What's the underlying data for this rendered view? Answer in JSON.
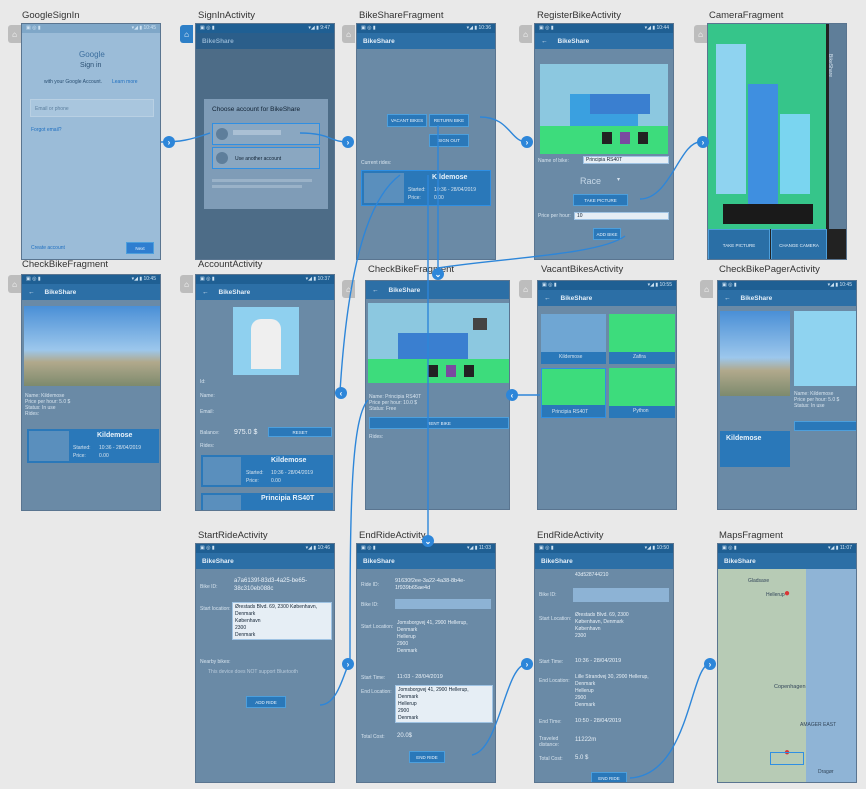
{
  "screens": [
    {
      "key": "gsi",
      "title": "GoogleSignIn"
    },
    {
      "key": "sia",
      "title": "SignInActivity"
    },
    {
      "key": "bsf",
      "title": "BikeShareFragment"
    },
    {
      "key": "rba",
      "title": "RegisterBikeActivity"
    },
    {
      "key": "cam",
      "title": "CameraFragment"
    },
    {
      "key": "cbf1",
      "title": "CheckBikeFragment"
    },
    {
      "key": "acc",
      "title": "AccountActivity"
    },
    {
      "key": "cbf2",
      "title": "CheckBikeFragment"
    },
    {
      "key": "vbf",
      "title": "VacantBikesActivity"
    },
    {
      "key": "cbp",
      "title": "CheckBikePagerActivity"
    },
    {
      "key": "sra",
      "title": "StartRideActivity"
    },
    {
      "key": "era1",
      "title": "EndRideActivity"
    },
    {
      "key": "era2",
      "title": "EndRideActivity"
    },
    {
      "key": "maps",
      "title": "MapsFragment"
    }
  ],
  "app_name": "BikeShare",
  "google": {
    "logo": "Google",
    "heading": "Sign in",
    "sub": "with your Google Account.",
    "learn": "Learn more",
    "email_ph": "Email or phone",
    "forgot": "Forgot email?",
    "create": "Create account",
    "next": "Next"
  },
  "chooser": {
    "title": "Choose account for BikeShare",
    "other": "Use another account"
  },
  "bikeshare": {
    "vacant": "VACANT BIKES",
    "return": "RETURN BIKE",
    "signout": "SIGN OUT",
    "current": "Current rides:",
    "bike": "Kildemose",
    "started_lbl": "Started:",
    "started": "10:36 - 28/04/2019",
    "price_lbl": "Price:",
    "price": "0.00"
  },
  "register": {
    "name_lbl": "Name of bike:",
    "name_val": "Principia RS40T",
    "type": "Race",
    "take": "TAKE PICTURE",
    "price_lbl": "Price per hour:",
    "price_val": "10",
    "add": "ADD BIKE"
  },
  "camera": {
    "take": "TAKE PICTURE",
    "change": "CHANGE CAMERA",
    "side": "BikeShare"
  },
  "check1": {
    "name": "Name: Kildemose",
    "price": "Price per hour: 5.0 $",
    "status": "Status: In use",
    "rides": "Rides:",
    "ride_bike": "Kildemose",
    "ride_started": "Started:",
    "ride_time": "10:36 - 28/04/2019",
    "ride_price": "Price:",
    "ride_price_val": "0.00"
  },
  "account": {
    "id": "Id:",
    "name": "Name:",
    "email": "Email:",
    "balance_lbl": "Balance:",
    "balance": "975.0 $",
    "reset": "RESET",
    "rides": "Rides:",
    "r1": "Kildemose",
    "r1_started": "Started:",
    "r1_time": "10:36 - 28/04/2019",
    "r1_price": "Price:",
    "r1_price_val": "0.00",
    "r2": "Principia RS40T"
  },
  "check2": {
    "name": "Name: Principia RS40T",
    "price": "Price per hour: 10.0 $",
    "status": "Status: Free",
    "rent": "RENT BIKE",
    "rides": "Rides:"
  },
  "vacant": {
    "b1": "Kildemose",
    "b2": "Zafira",
    "b3": "Principia RS40T",
    "b4": "Python"
  },
  "pager": {
    "name": "Name: Kildemose",
    "price": "Price per hour: 5.0 $",
    "status": "Status: In use",
    "bike": "Kildemose"
  },
  "start": {
    "bike_id_lbl": "Bike ID:",
    "bike_id": "a7a6139f-83d3-4a25-be65-38c310eb088c",
    "loc_lbl": "Start location:",
    "loc": [
      "Ørestads Blvd. 69, 2300 København,",
      "Denmark",
      "København",
      "2300",
      "Denmark"
    ],
    "nearby": "Nearby bikes:",
    "no_bt": "This device does NOT support Bluetooth",
    "add": "ADD RIDE"
  },
  "end1": {
    "ride_lbl": "Ride ID:",
    "ride_id": "91630f2ee-3a22-4a38-8b4e-1f939b65ae4d",
    "bike_lbl": "Bike ID:",
    "start_lbl": "Start Location:",
    "start_loc": [
      "Jomsborgvej 41, 2900 Hellerup,",
      "Denmark",
      "Hellerup",
      "2900",
      "Denmark"
    ],
    "stime_lbl": "Start Time:",
    "stime": "11:03 - 28/04/2019",
    "end_lbl": "End Location:",
    "end_loc": [
      "Jomsborgvej 41, 2900 Hellerup,",
      "Denmark",
      "Hellerup",
      "2900",
      "Denmark"
    ],
    "cost_lbl": "Total Cost:",
    "cost": "20.0$",
    "btn": "END RIDE"
  },
  "end2": {
    "top": "43d528744210",
    "bike_lbl": "Bike ID:",
    "start_lbl": "Start Location:",
    "start_loc": [
      "Ørestads Blvd. 69, 2300",
      "København, Denmark",
      "København",
      "2300"
    ],
    "stime_lbl": "Start Time:",
    "stime": "10:36 - 28/04/2019",
    "end_lbl": "End Location:",
    "end_loc": [
      "Lille Strandvej 30, 2900 Hellerup,",
      "Denmark",
      "Hellerup",
      "2900",
      "Denmark"
    ],
    "etime_lbl": "End Time:",
    "etime": "10:50 - 28/04/2019",
    "dist_lbl": "Traveled distance:",
    "dist": "11222m",
    "cost_lbl": "Total Cost:",
    "cost": "5.0 $",
    "btn": "END RIDE"
  },
  "maps": {
    "city": "Copenhagen",
    "area": "AMAGER EAST",
    "gladsaxe": "Gladsaxe",
    "hellerup": "Hellerup",
    "dragor": "Dragør"
  },
  "colors": {
    "frame": "#6a8aa6",
    "accent": "#2d86d9",
    "appbar": "#2c6fa6"
  }
}
